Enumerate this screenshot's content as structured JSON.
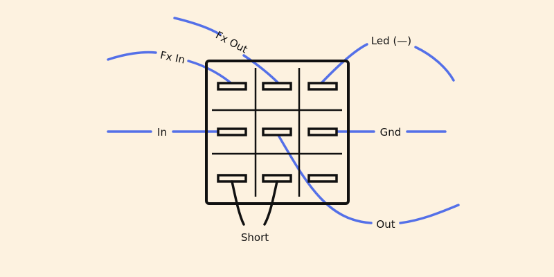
{
  "diagram": {
    "labels": {
      "fx_out": "Fx Out",
      "fx_in": "Fx In",
      "led": "Led (—)",
      "in": "In",
      "gnd": "Gnd",
      "out": "Out",
      "short": "Short"
    },
    "colors": {
      "background": "#fdf2e0",
      "wire": "#5470e8",
      "switch": "#111111"
    }
  }
}
